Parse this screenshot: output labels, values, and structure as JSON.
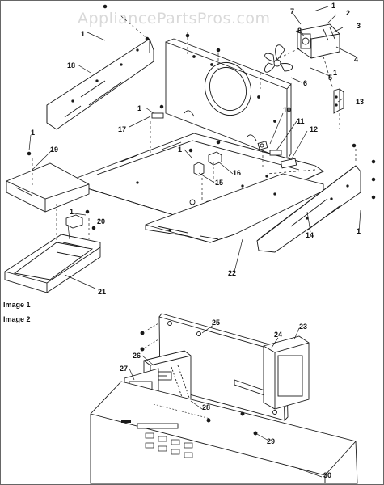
{
  "watermark": "AppliancePartsPros.com",
  "image1": {
    "caption": "Image 1",
    "callouts": [
      "1",
      "2",
      "3",
      "7",
      "8",
      "1",
      "4",
      "1",
      "5",
      "6",
      "13",
      "18",
      "10",
      "11",
      "12",
      "1",
      "17",
      "1",
      "16",
      "15",
      "19",
      "1",
      "14",
      "20",
      "22",
      "21",
      "1"
    ]
  },
  "image2": {
    "caption": "Image 2",
    "callouts": [
      "25",
      "24",
      "23",
      "26",
      "27",
      "28",
      "29",
      "30"
    ]
  }
}
